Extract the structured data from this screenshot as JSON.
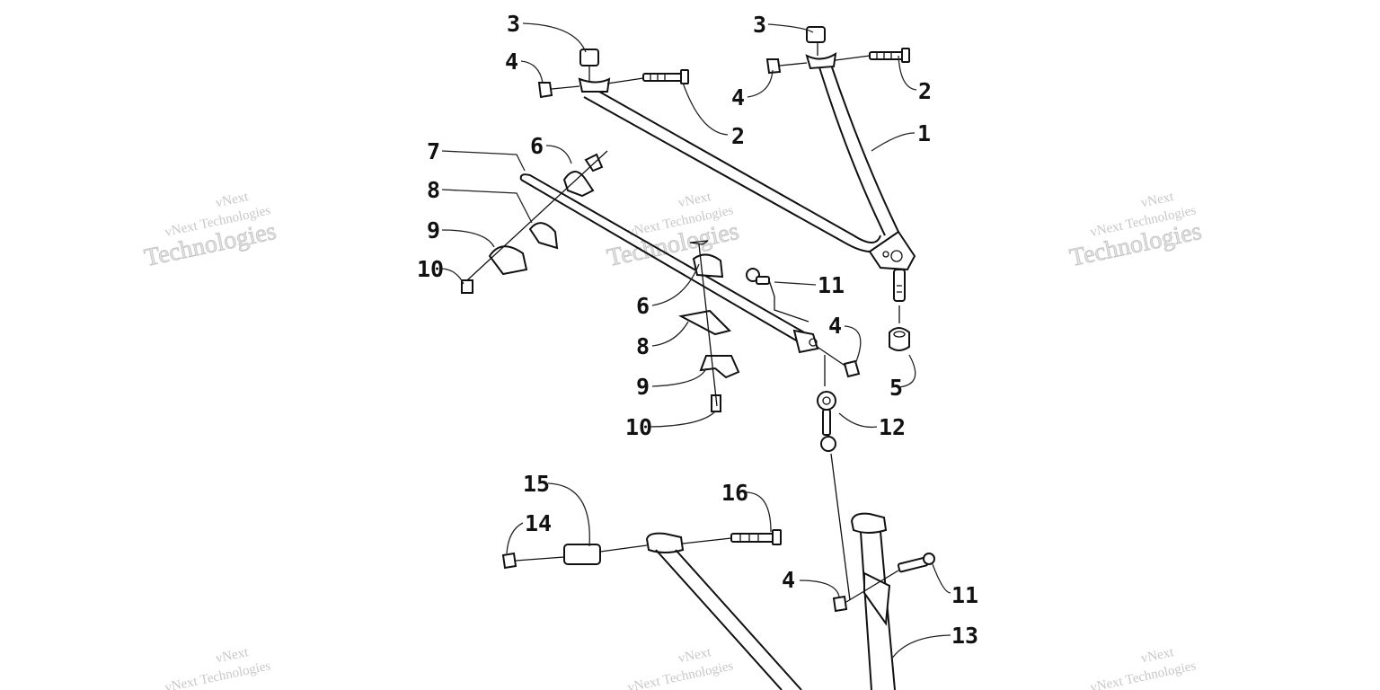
{
  "watermark": {
    "brand": "vNext",
    "line": "vNext Technologies",
    "word": "Technologies"
  },
  "callouts": {
    "c1": "1",
    "c2a": "2",
    "c2b": "2",
    "c3a": "3",
    "c3b": "3",
    "c4a": "4",
    "c4b": "4",
    "c4c": "4",
    "c4d": "4",
    "c5": "5",
    "c6a": "6",
    "c6b": "6",
    "c7": "7",
    "c8a": "8",
    "c8b": "8",
    "c9a": "9",
    "c9b": "9",
    "c10a": "10",
    "c10b": "10",
    "c11a": "11",
    "c11b": "11",
    "c12": "12",
    "c13": "13",
    "c14": "14",
    "c15": "15",
    "c16": "16"
  },
  "colors": {
    "line": "#111111",
    "watermark": "#c8c8c8",
    "background": "#ffffff"
  }
}
